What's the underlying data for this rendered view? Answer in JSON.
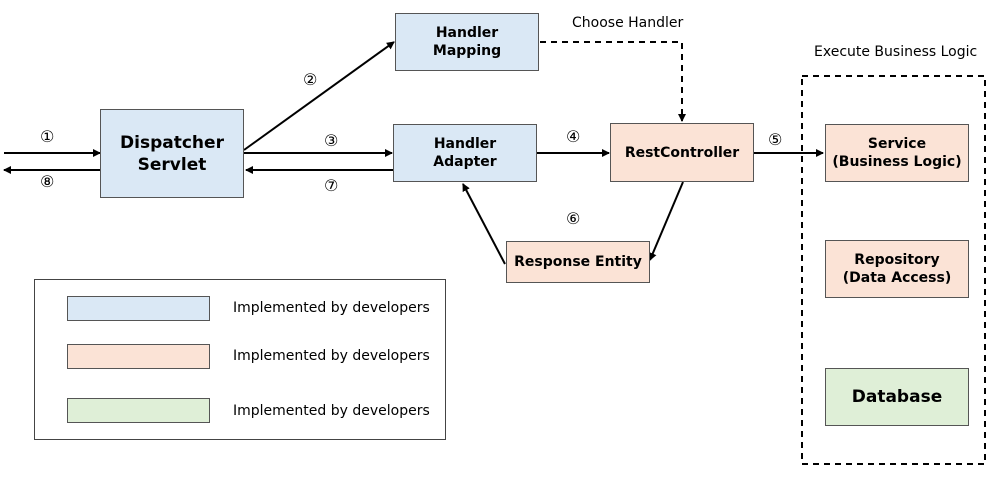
{
  "nodes": {
    "dispatcher": "Dispatcher\nServlet",
    "handler_mapping": "Handler\nMapping",
    "handler_adapter": "Handler\nAdapter",
    "rest_controller": "RestController",
    "response_entity": "Response Entity",
    "service": "Service\n(Business Logic)",
    "repository": "Repository\n(Data Access)",
    "database": "Database"
  },
  "labels": {
    "choose_handler": "Choose Handler",
    "execute_business_logic": "Execute Business Logic"
  },
  "steps": [
    "①",
    "②",
    "③",
    "④",
    "⑤",
    "⑥",
    "⑦",
    "⑧"
  ],
  "legend": [
    {
      "color": "#dae8f5",
      "text": "Implemented by developers"
    },
    {
      "color": "#fbe3d6",
      "text": "Implemented by developers"
    },
    {
      "color": "#dfefd7",
      "text": "Implemented by developers"
    }
  ]
}
